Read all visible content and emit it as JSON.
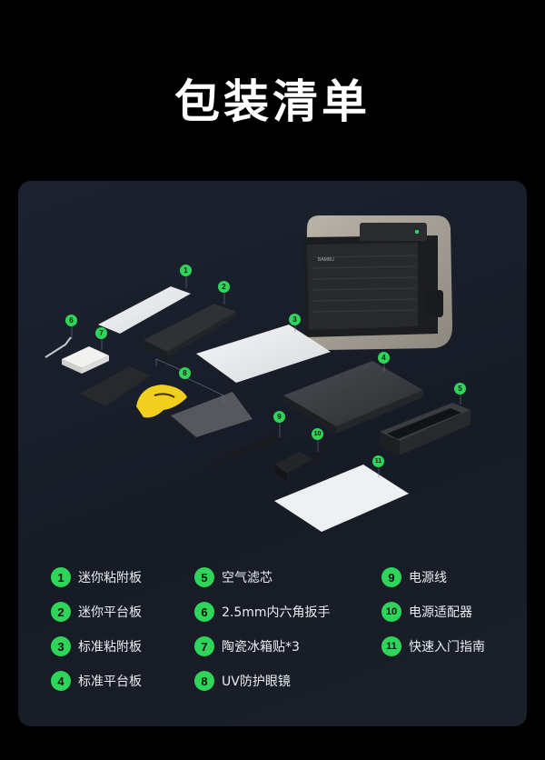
{
  "page": {
    "title": "包装清单"
  },
  "scene": {
    "printer_brand": "BAMBU",
    "badges": [
      "1",
      "2",
      "3",
      "4",
      "5",
      "6",
      "7",
      "8",
      "9",
      "10",
      "11"
    ]
  },
  "legend": {
    "items": [
      {
        "num": "1",
        "label": "迷你粘附板"
      },
      {
        "num": "2",
        "label": "迷你平台板"
      },
      {
        "num": "3",
        "label": "标准粘附板"
      },
      {
        "num": "4",
        "label": "标准平台板"
      },
      {
        "num": "5",
        "label": "空气滤芯"
      },
      {
        "num": "6",
        "label": "2.5mm内六角扳手"
      },
      {
        "num": "7",
        "label": "陶瓷冰箱贴*3"
      },
      {
        "num": "8",
        "label": "UV防护眼镜"
      },
      {
        "num": "9",
        "label": "电源线"
      },
      {
        "num": "10",
        "label": "电源适配器"
      },
      {
        "num": "11",
        "label": "快速入门指南"
      }
    ]
  },
  "colors": {
    "accent": "#2fd45a",
    "background": "#000000",
    "panel": "#1a1f29"
  }
}
